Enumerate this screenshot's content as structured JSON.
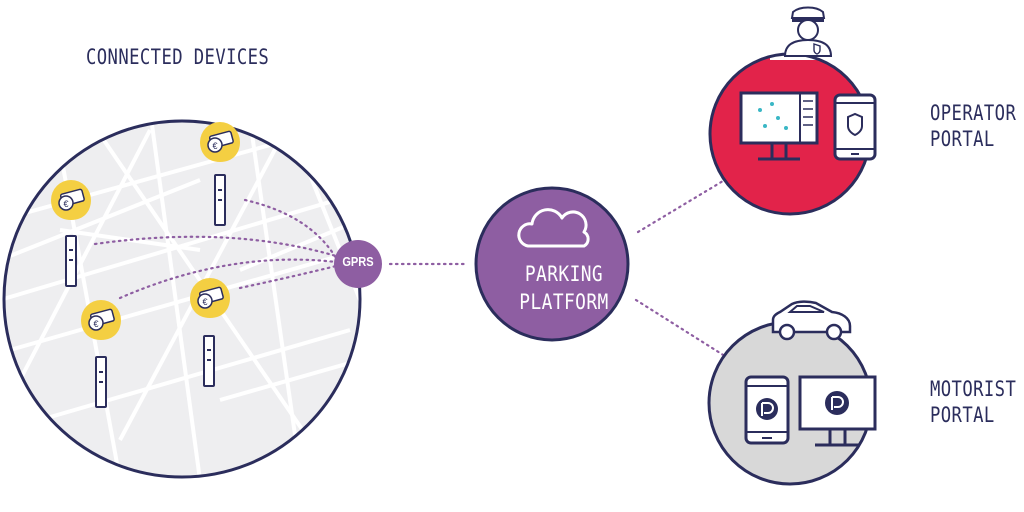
{
  "labels": {
    "connected_devices": "CONNECTED DEVICES",
    "gprs": "GPRS",
    "platform_line1": "PARKING",
    "platform_line2": "PLATFORM",
    "operator_line1": "OPERATOR",
    "operator_line2": "PORTAL",
    "motorist_line1": "MOTORIST",
    "motorist_line2": "PORTAL"
  },
  "colors": {
    "navy": "#2b2d5c",
    "purple": "#8e5ea2",
    "red": "#e2234a",
    "grey": "#d8d8d8",
    "yellow": "#f4cf42",
    "map_bg": "#eeeef0"
  },
  "icons": {
    "devices": "parking-meter-icon",
    "pins": "payment-card-coin-pin-icon",
    "platform": "cloud-icon",
    "operator": "officer-icon",
    "motorist": "car-icon"
  }
}
